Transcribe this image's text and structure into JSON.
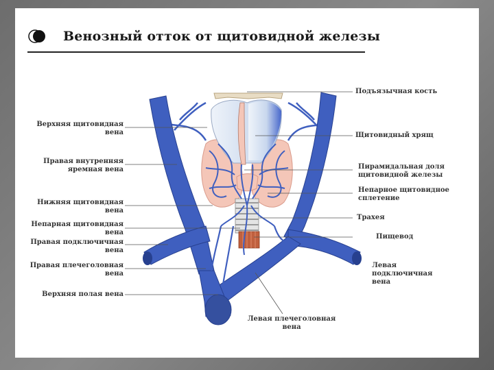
{
  "title": "Венозный отток от щитовидной железы",
  "colors": {
    "vein": "#3f5fbf",
    "vein_dark": "#27408f",
    "gland": "#f4c6b8",
    "lobe": "#dce8f6",
    "lobe_accent": "#3a5cc8",
    "trachea": "#e4e4e4",
    "esophagus": "#c0603e",
    "bone": "#e8dcc4"
  },
  "labels_left": [
    {
      "line1": "Верхняя щитовидная",
      "line2": "вена"
    },
    {
      "line1": "Правая внутренняя",
      "line2": "яремная вена"
    },
    {
      "line1": "Нижняя щитовидная",
      "line2": "вена"
    },
    {
      "line1": "Непарная щитовидная",
      "line2": "вена"
    },
    {
      "line1": "Правая подключичная",
      "line2": "вена"
    },
    {
      "line1": "Правая плечеголовная",
      "line2": "вена"
    },
    {
      "line1": "Верхняя полая вена",
      "line2": ""
    }
  ],
  "labels_right": [
    {
      "line1": "Подъязычная кость",
      "line2": ""
    },
    {
      "line1": "Щитовидный хрящ",
      "line2": ""
    },
    {
      "line1": "Пирамидальная доля",
      "line2": "щитовидной железы"
    },
    {
      "line1": "Непарное щитовидное",
      "line2": "сплетение"
    },
    {
      "line1": "Трахея",
      "line2": ""
    },
    {
      "line1": "Пищевод",
      "line2": ""
    },
    {
      "line1": "Левая",
      "line2": "подключичная",
      "line3": "вена"
    }
  ],
  "label_bottom": {
    "line1": "Левая плечеголовная",
    "line2": "вена"
  }
}
